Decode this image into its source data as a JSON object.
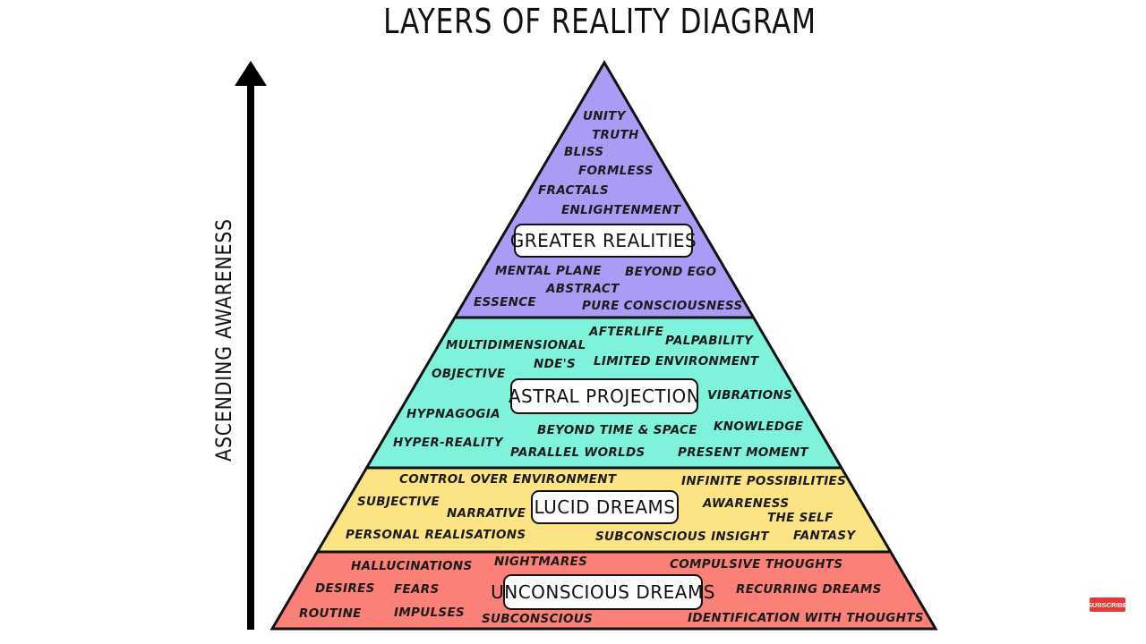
{
  "title": "LAYERS OF REALITY DIAGRAM",
  "axis_label": "ASCENDING AWARENESS",
  "colors": {
    "greater": "#a99cf4",
    "astral": "#7ff2dc",
    "lucid": "#fce484",
    "unconscious": "#fa8078",
    "outline": "#111111"
  },
  "layers": {
    "greater": {
      "label": "GREATER REALITIES",
      "terms": [
        "UNITY",
        "TRUTH",
        "BLISS",
        "FORMLESS",
        "FRACTALS",
        "ENLIGHTENMENT",
        "MENTAL PLANE",
        "BEYOND EGO",
        "ABSTRACT",
        "ESSENCE",
        "PURE CONSCIOUSNESS"
      ]
    },
    "astral": {
      "label": "ASTRAL PROJECTION",
      "terms": [
        "AFTERLIFE",
        "MULTIDIMENSIONAL",
        "PALPABILITY",
        "NDE'S",
        "LIMITED ENVIRONMENT",
        "OBJECTIVE",
        "VIBRATIONS",
        "HYPNAGOGIA",
        "KNOWLEDGE",
        "BEYOND TIME & SPACE",
        "HYPER-REALITY",
        "PARALLEL WORLDS",
        "PRESENT MOMENT"
      ]
    },
    "lucid": {
      "label": "LUCID DREAMS",
      "terms": [
        "CONTROL OVER ENVIRONMENT",
        "INFINITE POSSIBILITIES",
        "SUBJECTIVE",
        "AWARENESS",
        "NARRATIVE",
        "THE SELF",
        "PERSONAL REALISATIONS",
        "SUBCONSCIOUS INSIGHT",
        "FANTASY"
      ]
    },
    "unconscious": {
      "label": "UNCONSCIOUS DREAMS",
      "terms": [
        "HALLUCINATIONS",
        "NIGHTMARES",
        "COMPULSIVE THOUGHTS",
        "DESIRES",
        "FEARS",
        "RECURRING DREAMS",
        "ROUTINE",
        "IMPULSES",
        "SUBCONSCIOUS",
        "IDENTIFICATION WITH THOUGHTS"
      ]
    }
  },
  "subscribe_label": "SUBSCRIBE"
}
